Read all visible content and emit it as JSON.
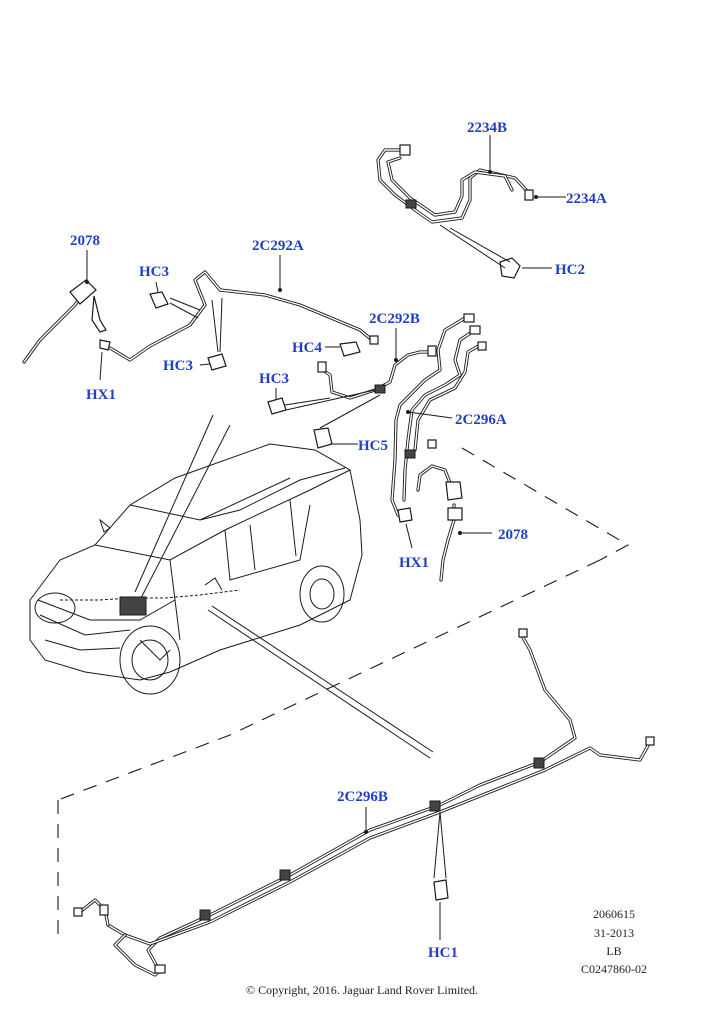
{
  "diagram": {
    "callouts": {
      "c2234b": "2234B",
      "c2234a": "2234A",
      "c2078_top": "2078",
      "c2c292a": "2C292A",
      "hc3_a": "HC3",
      "hc2": "HC2",
      "hc3_b": "HC3",
      "hx1_left": "HX1",
      "c2c292b": "2C292B",
      "hc4": "HC4",
      "hc3_c": "HC3",
      "c2c296a": "2C296A",
      "hc5": "HC5",
      "c2078_right": "2078",
      "hx1_right": "HX1",
      "c2c296b": "2C296B",
      "hc1": "HC1"
    },
    "meta": {
      "line1": "2060615",
      "line2": "31-2013",
      "line3": "LB",
      "line4": "C0247860-02"
    },
    "copyright": "© Copyright, 2016. Jaguar Land Rover Limited.",
    "colors": {
      "callout": "#1f3fc4",
      "lines": "#1a1a1a"
    }
  }
}
